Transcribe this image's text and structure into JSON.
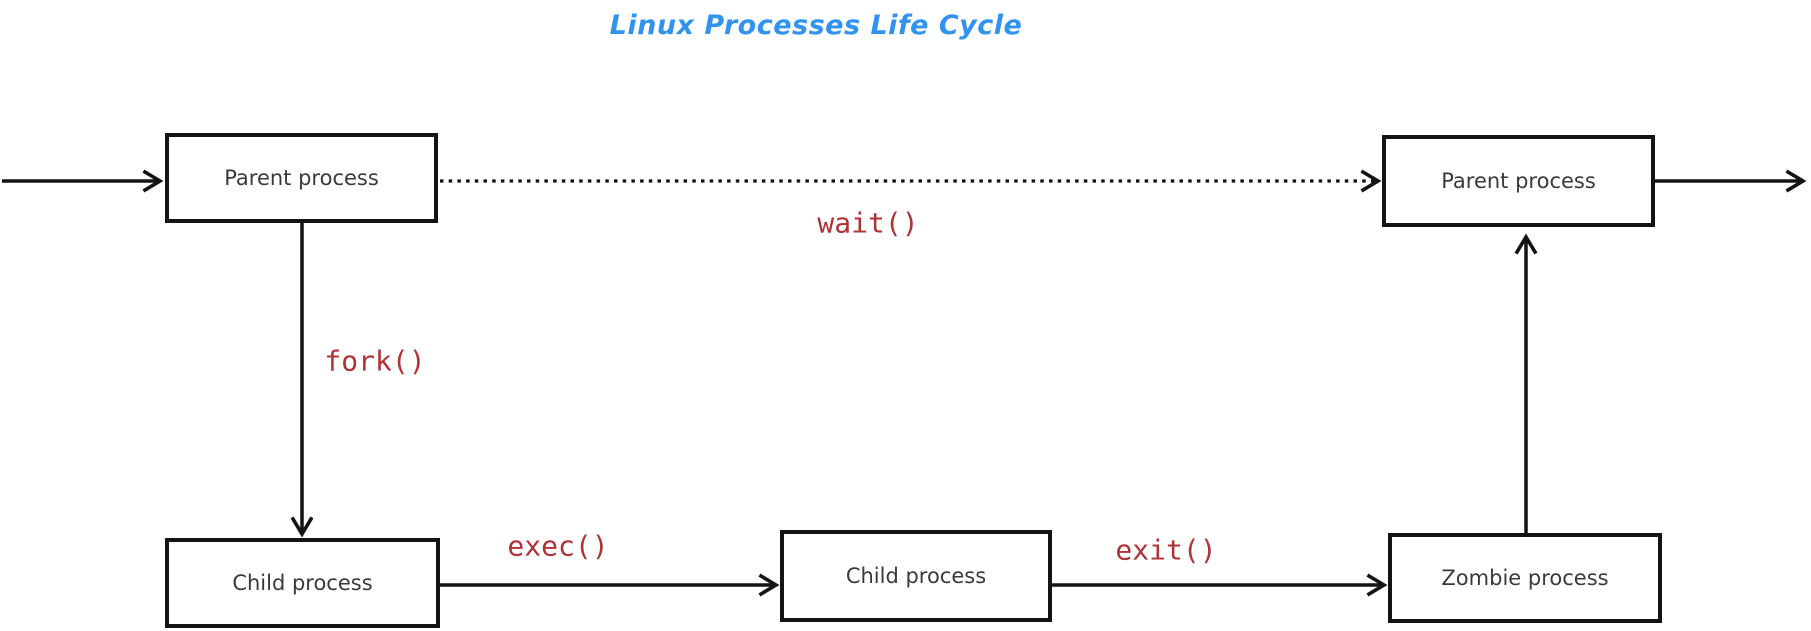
{
  "title": "Linux Processes Life Cycle",
  "colors": {
    "title_blue": "#3193F0",
    "label_red": "#B03235",
    "line_black": "#141414",
    "box_text": "#3a3a3a"
  },
  "nodes": {
    "parent_left": {
      "label": "Parent process"
    },
    "parent_right": {
      "label": "Parent process"
    },
    "child_left": {
      "label": "Child process"
    },
    "child_mid": {
      "label": "Child process"
    },
    "zombie": {
      "label": "Zombie process"
    }
  },
  "edges": {
    "fork": {
      "label": "fork()"
    },
    "wait": {
      "label": "wait()"
    },
    "exec": {
      "label": "exec()"
    },
    "exit": {
      "label": "exit()"
    }
  }
}
